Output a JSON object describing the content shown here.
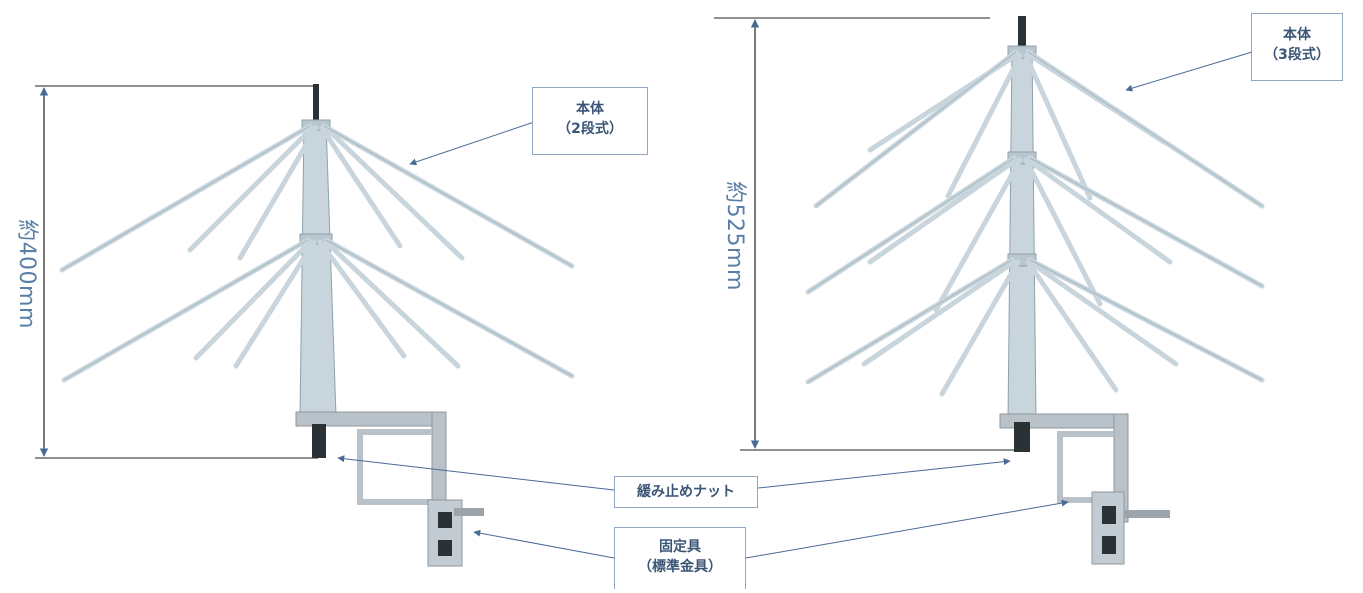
{
  "left_unit": {
    "callout_line1": "本体",
    "callout_line2": "（2段式）",
    "dimension_label": "約400mm"
  },
  "right_unit": {
    "callout_line1": "本体",
    "callout_line2": "（3段式）",
    "dimension_label": "約525mm"
  },
  "shared_callouts": {
    "lock_nut": "緩み止めナット",
    "fixture_line1": "固定具",
    "fixture_line2": "（標準金具）"
  },
  "colors": {
    "antenna": "#c9d5dc",
    "antenna_edge": "#8ea1ad",
    "bracket": "#b9c2c8",
    "callout_border": "#8fa6c2",
    "callout_text": "#3b5577",
    "dimension_text": "#5a7fa6",
    "pointer_line": "#4a6a96"
  }
}
